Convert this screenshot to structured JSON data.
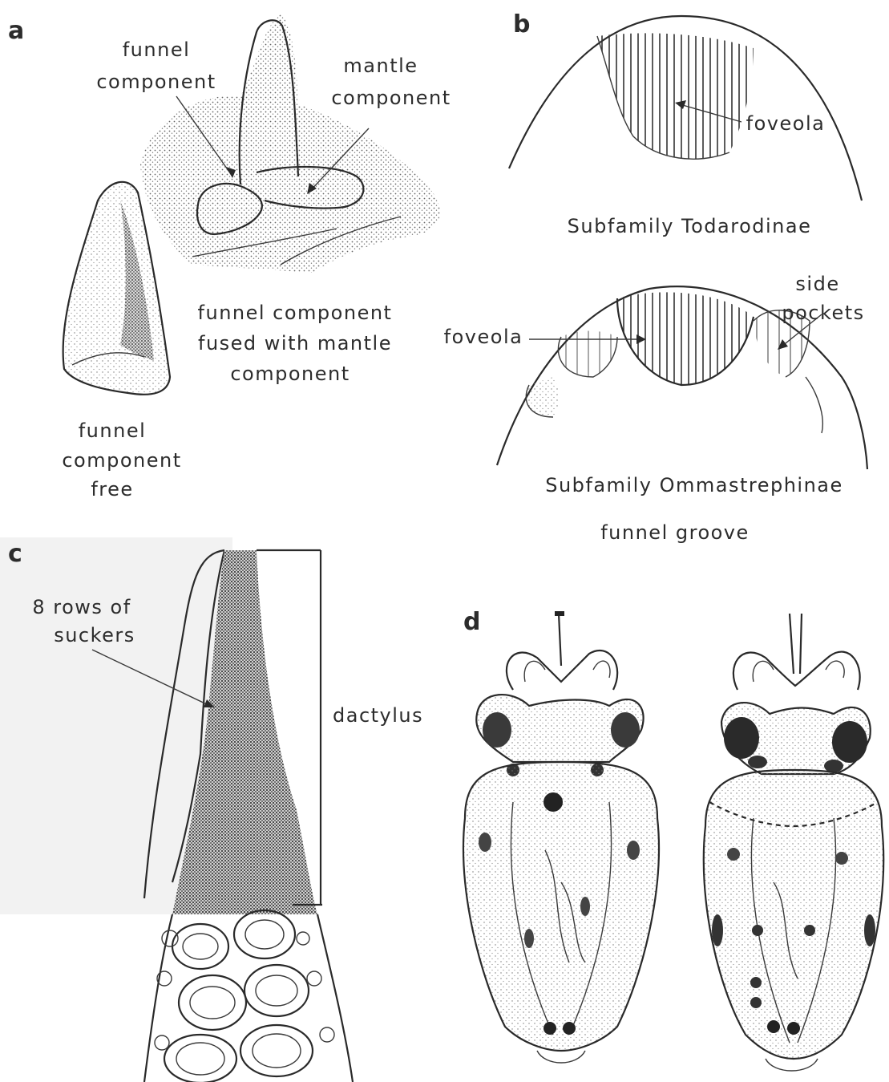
{
  "panels": {
    "a": {
      "letter": "a",
      "labels": {
        "funnel_component_1": "funnel",
        "funnel_component_2": "component",
        "mantle_component_1": "mantle",
        "mantle_component_2": "component",
        "fused_1": "funnel component",
        "fused_2": "fused with mantle",
        "fused_3": "component",
        "free_1": "funnel",
        "free_2": "component",
        "free_3": "free"
      }
    },
    "b": {
      "letter": "b",
      "labels": {
        "foveola_top": "foveola",
        "subfamily_top": "Subfamily Todarodinae",
        "side_1": "side",
        "side_2": "pockets",
        "foveola_bottom": "foveola",
        "subfamily_bottom": "Subfamily Ommastrephinae",
        "caption": "funnel groove"
      }
    },
    "c": {
      "letter": "c",
      "labels": {
        "rows_1": "8 rows of",
        "rows_2": "suckers",
        "dactylus": "dactylus"
      }
    },
    "d": {
      "letter": "d"
    }
  },
  "colors": {
    "ink": "#2a2a2a",
    "stipple": "#555555",
    "background": "#ffffff",
    "panel_tint": "#f2f2f2"
  }
}
